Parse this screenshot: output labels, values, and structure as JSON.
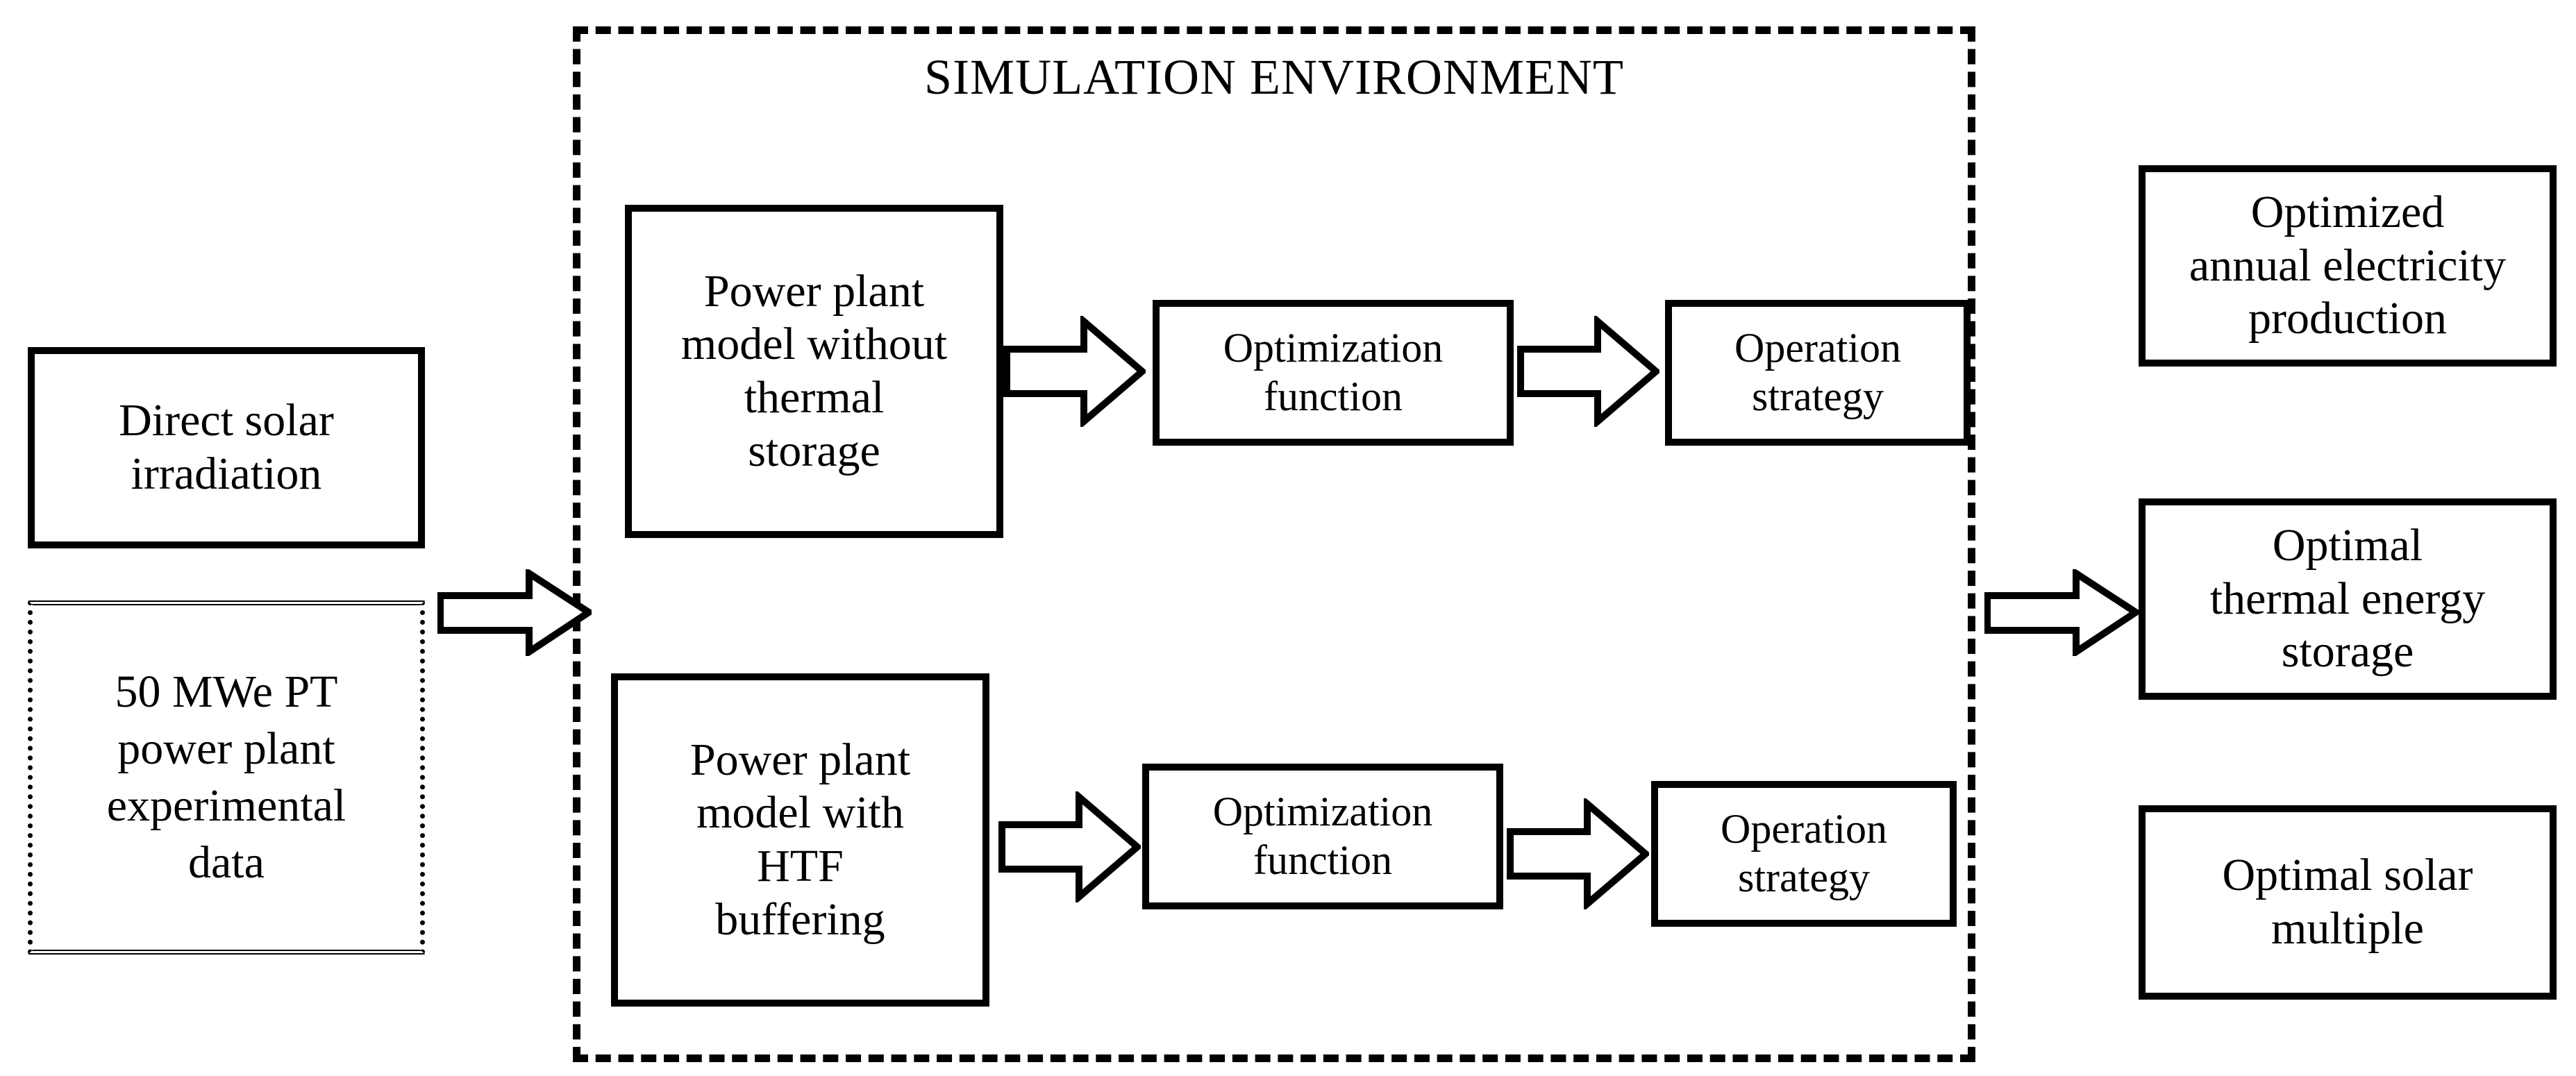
{
  "diagram": {
    "title": "SIMULATION ENVIRONMENT",
    "inputs": {
      "solar": "Direct solar\nirradiation",
      "solar_line1": "Direct solar",
      "solar_line2": "irradiation",
      "plant_data_line1": "50 MWe PT",
      "plant_data_line2": "power plant",
      "plant_data_line3": "experimental",
      "plant_data_line4": "data"
    },
    "branch_top": {
      "model_line1": "Power plant",
      "model_line2": "model without",
      "model_line3": "thermal",
      "model_line4": "storage",
      "optimization_line1": "Optimization",
      "optimization_line2": "function",
      "operation_line1": "Operation",
      "operation_line2": "strategy"
    },
    "branch_bottom": {
      "model_line1": "Power plant",
      "model_line2": "model with",
      "model_line3": "HTF",
      "model_line4": "buffering",
      "optimization_line1": "Optimization",
      "optimization_line2": "function",
      "operation_line1": "Operation",
      "operation_line2": "strategy"
    },
    "outputs": {
      "electricity_line1": "Optimized",
      "electricity_line2": "annual electricity",
      "electricity_line3": "production",
      "storage_line1": "Optimal",
      "storage_line2": "thermal energy",
      "storage_line3": "storage",
      "multiple_line1": "Optimal solar",
      "multiple_line2": "multiple"
    },
    "colors": {
      "stroke": "#000000",
      "fill": "#ffffff"
    }
  }
}
